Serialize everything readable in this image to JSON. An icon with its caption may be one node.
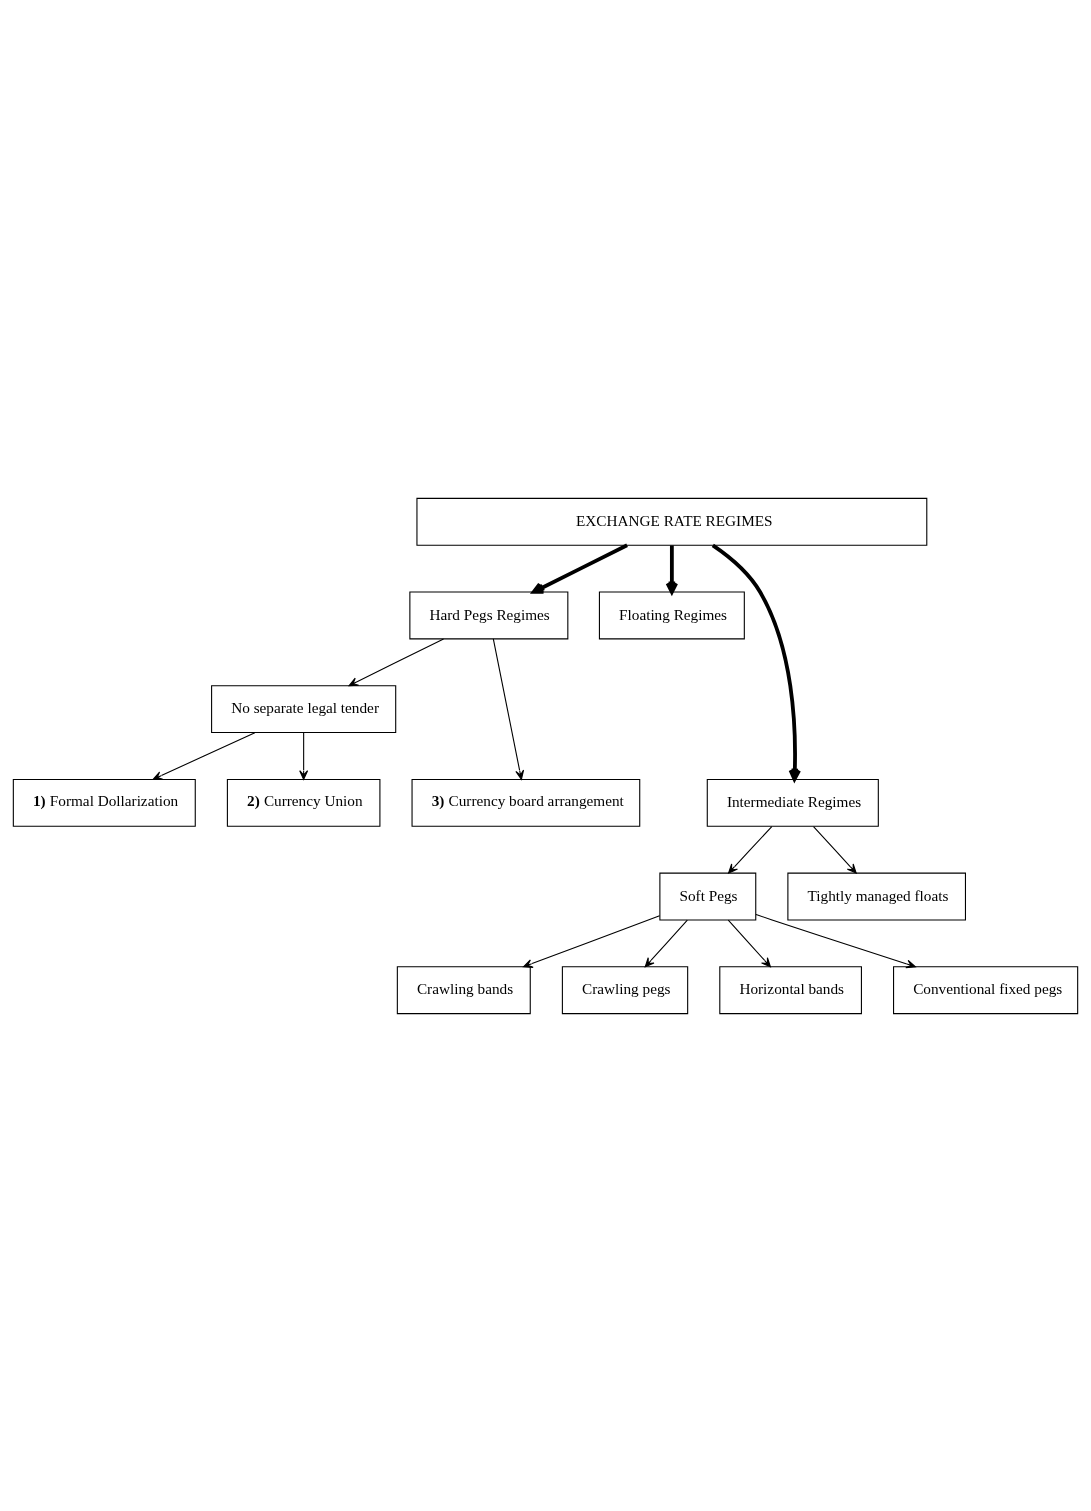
{
  "diagram": {
    "nodes": [
      {
        "text": [
          "EXCHANGE RATE REGIMES"
        ]
      },
      {
        "text": [
          "Hard Pegs Regimes"
        ]
      },
      {
        "text": [
          "Floating Regimes"
        ]
      },
      {
        "text": [
          "No separate legal tender"
        ]
      },
      {
        "text": [
          "**1)** Formal Dollarization"
        ]
      },
      {
        "text": [
          "**2)** Currency Union"
        ]
      },
      {
        "text": [
          "**3)** Currency board arrangement"
        ]
      },
      {
        "text": [
          "Intermediate Regimes"
        ]
      },
      {
        "text": [
          "Soft Pegs"
        ]
      },
      {
        "text": [
          "Tightly managed floats"
        ]
      },
      {
        "text": [
          "Crawling bands"
        ]
      },
      {
        "text": [
          "Crawling pegs"
        ]
      },
      {
        "text": [
          "Horizontal bands"
        ]
      },
      {
        "text": [
          "Conventional fixed pegs"
        ]
      }
    ],
    "edges": [
      {
        "from": 0,
        "to": 1,
        "arrow": "to",
        "style": "thick"
      },
      {
        "from": 0,
        "to": 7,
        "arrow": "to",
        "style": "thick"
      },
      {
        "from": 0,
        "to": 2,
        "arrow": "to",
        "style": "thick"
      },
      {
        "from": 1,
        "to": 3,
        "arrow": "to"
      },
      {
        "from": 1,
        "to": 6,
        "arrow": "to"
      },
      {
        "from": 3,
        "to": 4,
        "arrow": "to"
      },
      {
        "from": 3,
        "to": 5,
        "arrow": "to"
      },
      {
        "from": 7,
        "to": 8,
        "arrow": "to"
      },
      {
        "from": 7,
        "to": 9,
        "arrow": "to"
      },
      {
        "from": 8,
        "to": 10,
        "arrow": "to"
      },
      {
        "from": 8,
        "to": 11,
        "arrow": "to"
      },
      {
        "from": 8,
        "to": 12,
        "arrow": "to"
      },
      {
        "from": 8,
        "to": 13,
        "arrow": "to"
      }
    ]
  }
}
